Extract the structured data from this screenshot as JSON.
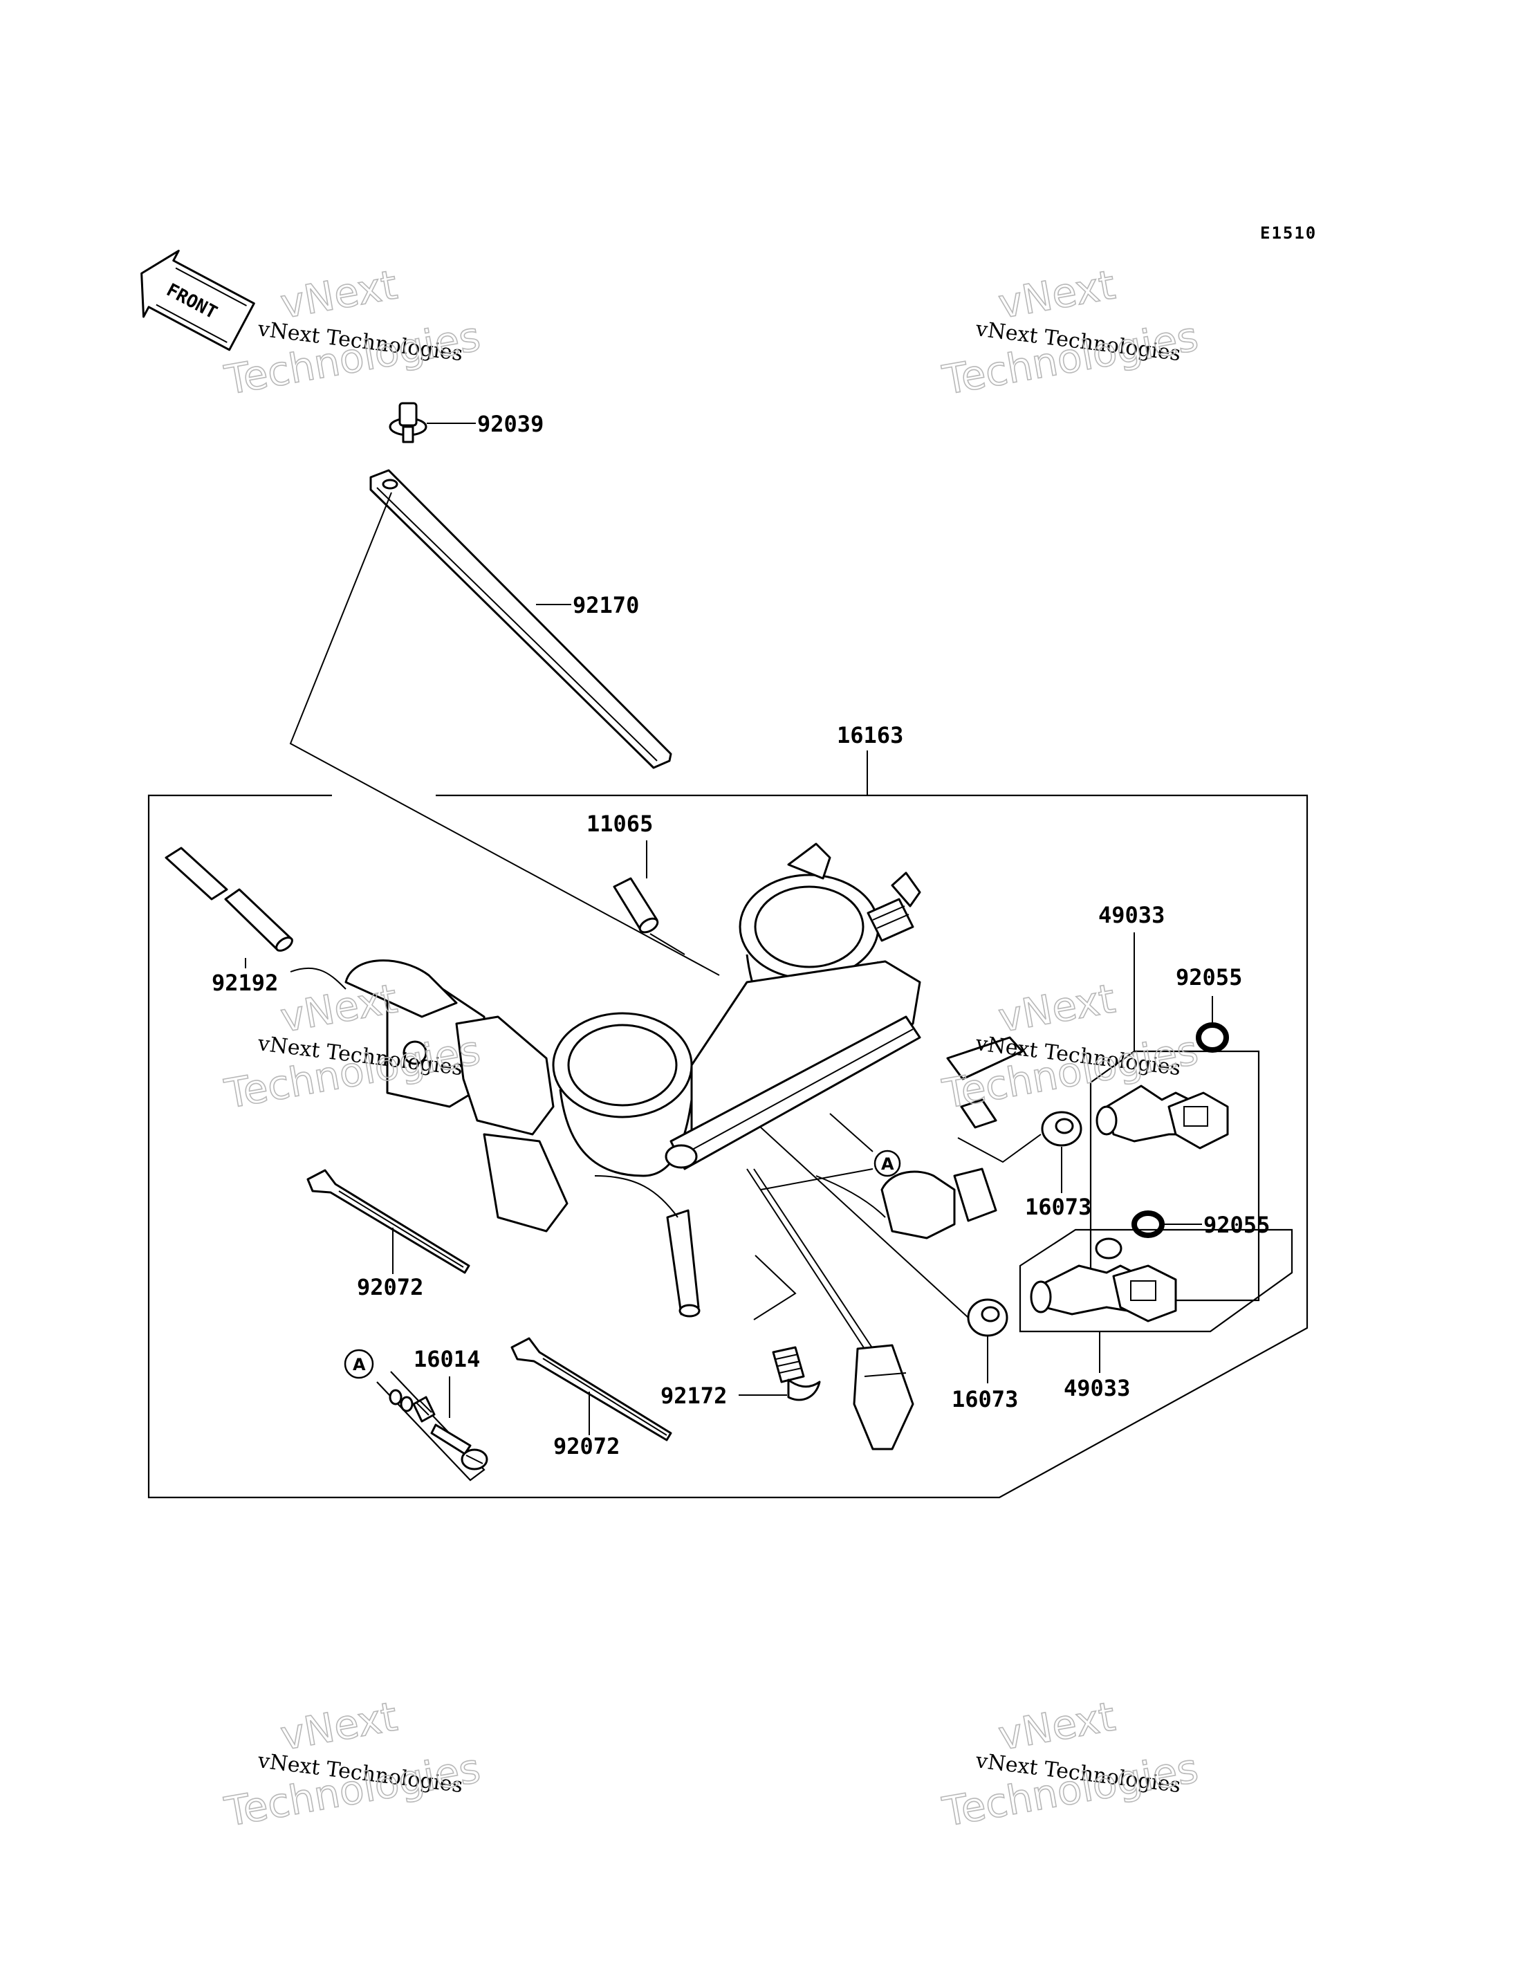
{
  "diagram_code": "E1510",
  "front_label": "FRONT",
  "parts": {
    "p92039": "92039",
    "p92170": "92170",
    "p16163": "16163",
    "p11065": "11065",
    "p49033_top": "49033",
    "p92055_top": "92055",
    "p92192": "92192",
    "p16073_top": "16073",
    "p92055_bottom": "92055",
    "p92072_left": "92072",
    "p16014": "16014",
    "p92172": "92172",
    "p16073_bottom": "16073",
    "p49033_bottom": "49033",
    "p92072_bottom": "92072"
  },
  "ref_marker": "A",
  "watermarks": {
    "small": "vNext Technologies",
    "big_line1": "vNext",
    "big_line2": "Technologies"
  }
}
